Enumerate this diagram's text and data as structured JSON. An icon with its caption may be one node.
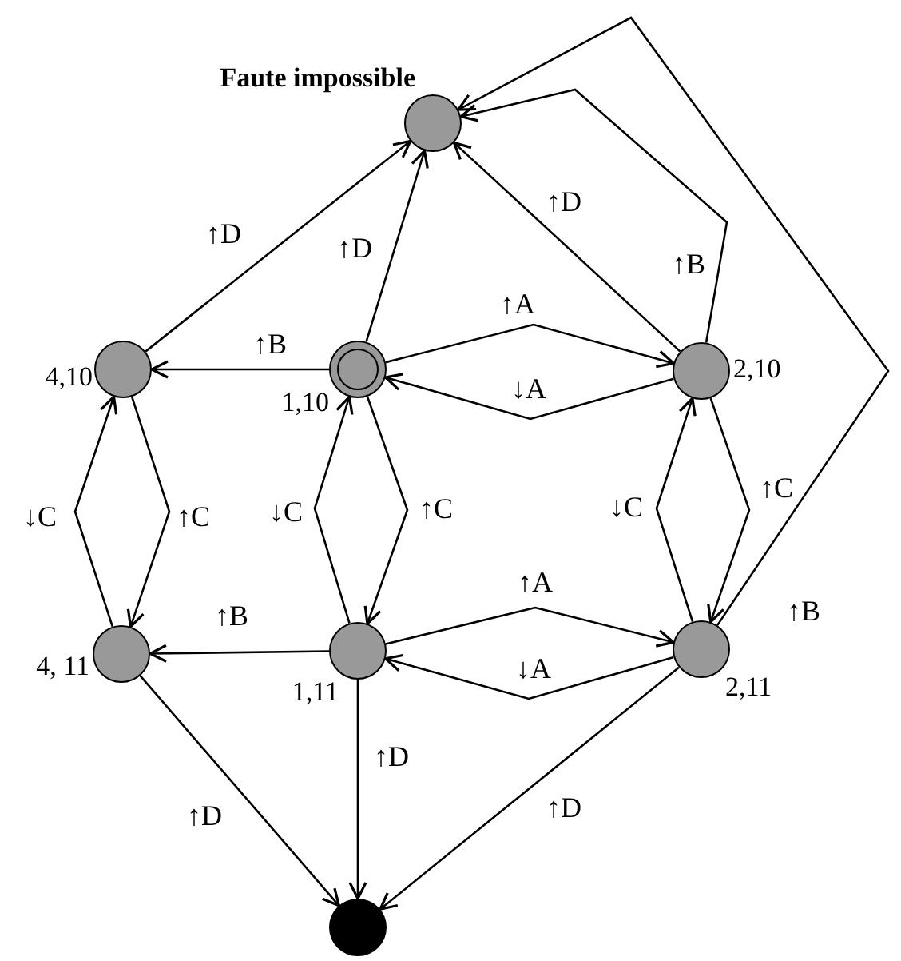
{
  "diagram": {
    "nodes": [
      {
        "text": [],
        "shape": "circle",
        "beside": [
          "Faute impossible"
        ]
      },
      {
        "text": [],
        "shape": "circle",
        "beside": [
          "4,10"
        ]
      },
      {
        "text": [],
        "shape": "circle",
        "beside": [
          "1,10"
        ]
      },
      {
        "text": [],
        "shape": "circle",
        "beside": [
          "2,10"
        ]
      },
      {
        "text": [],
        "shape": "circle",
        "beside": [
          "4, 11"
        ]
      },
      {
        "text": [],
        "shape": "circle",
        "beside": [
          "1,11"
        ]
      },
      {
        "text": [],
        "shape": "circle",
        "beside": [
          "2,11"
        ]
      },
      {
        "text": [],
        "shape": "circle"
      }
    ],
    "edges": [
      {
        "from": 1,
        "to": 0,
        "arrow": "to",
        "label": "↑D"
      },
      {
        "from": 2,
        "to": 0,
        "arrow": "to",
        "label": "↑D"
      },
      {
        "from": 3,
        "to": 0,
        "arrow": "to",
        "label": "↑D"
      },
      {
        "from": 3,
        "to": 0,
        "arrow": "to",
        "label": "↑B"
      },
      {
        "from": 6,
        "to": 0,
        "arrow": "to",
        "label": "↑B"
      },
      {
        "from": 2,
        "to": 1,
        "arrow": "to",
        "label": "↑B"
      },
      {
        "from": 2,
        "to": 3,
        "arrow": "to",
        "label": "↑A"
      },
      {
        "from": 3,
        "to": 2,
        "arrow": "to",
        "label": "↓A"
      },
      {
        "from": 4,
        "to": 1,
        "arrow": "to",
        "label": "↓C"
      },
      {
        "from": 1,
        "to": 4,
        "arrow": "to",
        "label": "↑C"
      },
      {
        "from": 5,
        "to": 2,
        "arrow": "to",
        "label": "↓C"
      },
      {
        "from": 2,
        "to": 5,
        "arrow": "to",
        "label": "↑C"
      },
      {
        "from": 6,
        "to": 3,
        "arrow": "to",
        "label": "↓C"
      },
      {
        "from": 3,
        "to": 6,
        "arrow": "to",
        "label": "↑C"
      },
      {
        "from": 5,
        "to": 4,
        "arrow": "to",
        "label": "↑B"
      },
      {
        "from": 5,
        "to": 6,
        "arrow": "to",
        "label": "↑A"
      },
      {
        "from": 6,
        "to": 5,
        "arrow": "to",
        "label": "↓A"
      },
      {
        "from": 4,
        "to": 7,
        "arrow": "to",
        "label": "↑D"
      },
      {
        "from": 5,
        "to": 7,
        "arrow": "to",
        "label": "↑D"
      },
      {
        "from": 6,
        "to": 7,
        "arrow": "to",
        "label": "↑D"
      }
    ]
  }
}
